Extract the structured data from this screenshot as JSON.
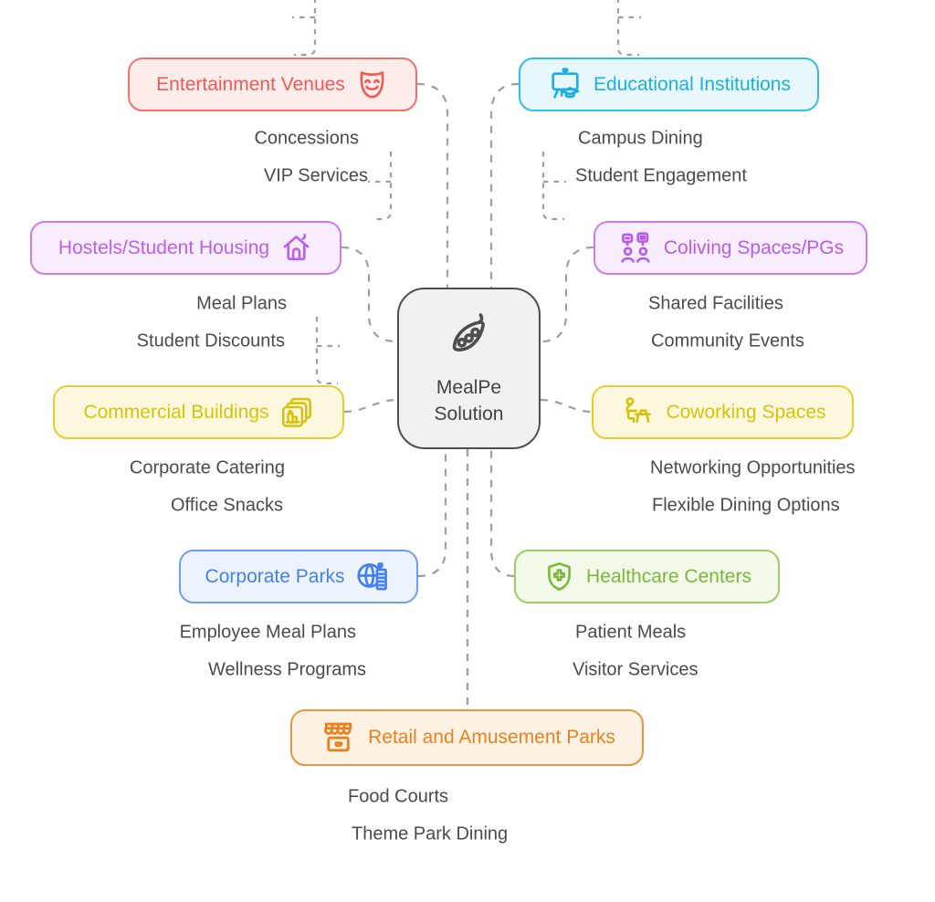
{
  "center": {
    "line1": "MealPe",
    "line2": "Solution",
    "icon": "pea-pod-icon",
    "border": "#4e4e4e",
    "fill": "#f1f1f1",
    "text_color": "#424242"
  },
  "colors": {
    "connector": "#9e9e9e",
    "subtext": "#4a4a4a"
  },
  "nodes": {
    "entertainment": {
      "label": "Entertainment Venues",
      "icon": "theater-mask-icon",
      "border": "#f4706b",
      "fill": "#fcecea",
      "text": "#ec5b57",
      "children": [
        "Concessions",
        "VIP Services"
      ]
    },
    "educational": {
      "label": "Educational Institutions",
      "icon": "easel-graduation-icon",
      "border": "#36bde4",
      "fill": "#e7f7fc",
      "text": "#1faede",
      "children": [
        "Campus Dining",
        "Student Engagement"
      ]
    },
    "hostels": {
      "label": "Hostels/Student Housing",
      "icon": "house-icon",
      "border": "#c97eeb",
      "fill": "#f8edfc",
      "text": "#bc60e4",
      "children": [
        "Meal Plans",
        "Student Discounts"
      ]
    },
    "coliving": {
      "label": "Coliving Spaces/PGs",
      "icon": "people-chat-icon",
      "border": "#c97eeb",
      "fill": "#f8edfc",
      "text": "#b75beb",
      "children": [
        "Shared Facilities",
        "Community Events"
      ]
    },
    "commercial": {
      "label": "Commercial Buildings",
      "icon": "stacked-buildings-icon",
      "border": "#e5cf2e",
      "fill": "#fbf8de",
      "text": "#d6c20d",
      "children": [
        "Corporate Catering",
        "Office Snacks"
      ]
    },
    "coworking": {
      "label": "Coworking Spaces",
      "icon": "person-desk-icon",
      "border": "#e5cf2e",
      "fill": "#fbf8de",
      "text": "#d6c20d",
      "children": [
        "Networking Opportunities",
        "Flexible Dining Options"
      ]
    },
    "corporate": {
      "label": "Corporate Parks",
      "icon": "globe-building-icon",
      "border": "#6f9df3",
      "fill": "#edf3fd",
      "text": "#4380f0",
      "children": [
        "Employee Meal Plans",
        "Wellness Programs"
      ]
    },
    "healthcare": {
      "label": "Healthcare Centers",
      "icon": "shield-cross-icon",
      "border": "#9bcd61",
      "fill": "#f3f9e8",
      "text": "#7ab83a",
      "children": [
        "Patient Meals",
        "Visitor Services"
      ]
    },
    "retail": {
      "label": "Retail and Amusement Parks",
      "icon": "storefront-icon",
      "border": "#ee9240",
      "fill": "#fdf1e4",
      "text": "#e8821e",
      "children": [
        "Food Courts",
        "Theme Park Dining"
      ]
    }
  }
}
